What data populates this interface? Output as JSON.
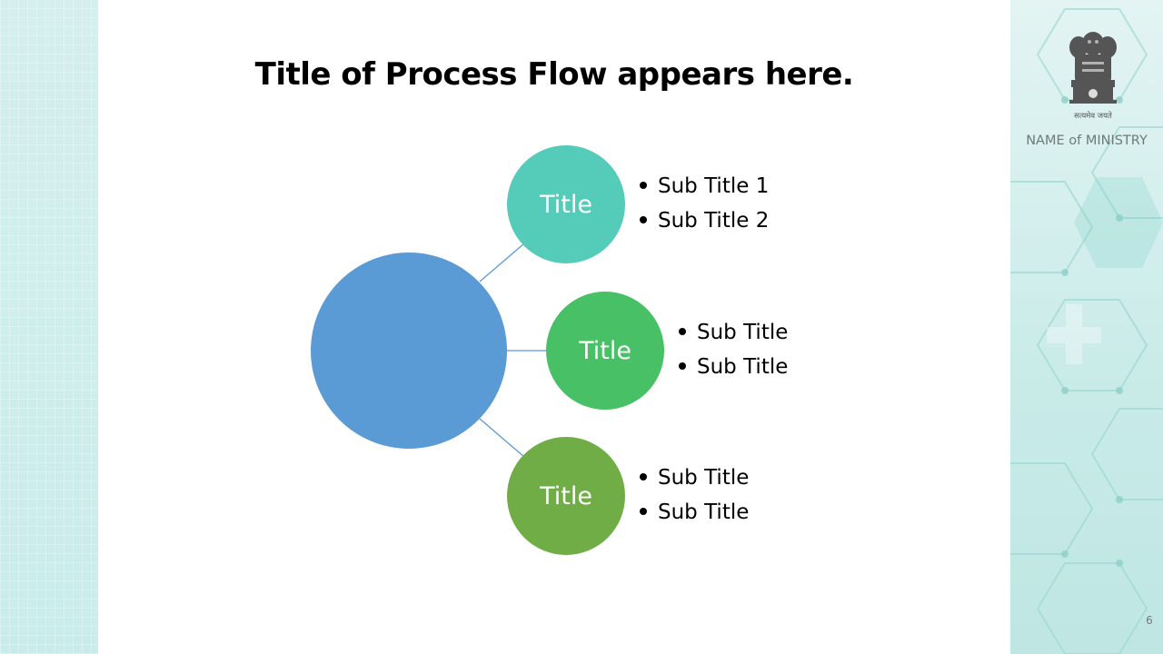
{
  "slide": {
    "title": "Title of Process Flow appears here.",
    "ministry_name": "NAME of MINISTRY",
    "emblem_motto": "सत्यमेव जयते",
    "page_number": "6"
  },
  "diagram": {
    "hub_color": "#5b9bd5",
    "nodes": [
      {
        "label": "Title",
        "color": "#55cbb9",
        "bullets": [
          "Sub Title 1",
          "Sub Title 2"
        ]
      },
      {
        "label": "Title",
        "color": "#48c065",
        "bullets": [
          "Sub Title",
          "Sub Title"
        ]
      },
      {
        "label": "Title",
        "color": "#70ad47",
        "bullets": [
          "Sub Title",
          "Sub Title"
        ]
      }
    ]
  },
  "colors": {
    "left_panel": "#d4efed",
    "right_panel": "#c8ebe8",
    "connector": "#5b9bd5"
  }
}
